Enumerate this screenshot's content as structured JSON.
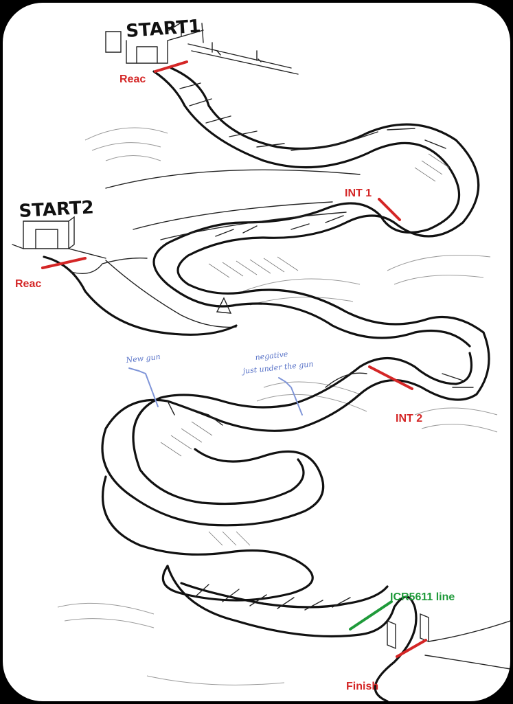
{
  "track": {
    "start_gates": [
      {
        "label": "START1"
      },
      {
        "label": "START2"
      }
    ],
    "timing_lines": [
      {
        "label": "Reac",
        "color": "#d42626"
      },
      {
        "label": "Reac",
        "color": "#d42626"
      },
      {
        "label": "INT 1",
        "color": "#d42626"
      },
      {
        "label": "INT 2",
        "color": "#d42626"
      },
      {
        "label": "ICR5611 line",
        "color": "#1f9a3a"
      },
      {
        "label": "Finish",
        "color": "#d42626"
      }
    ],
    "handwritten_notes": [
      {
        "lines": [
          "New gun"
        ],
        "color": "#5a74c8"
      },
      {
        "lines": [
          "negative",
          "just under the gun"
        ],
        "color": "#5a74c8"
      }
    ]
  }
}
